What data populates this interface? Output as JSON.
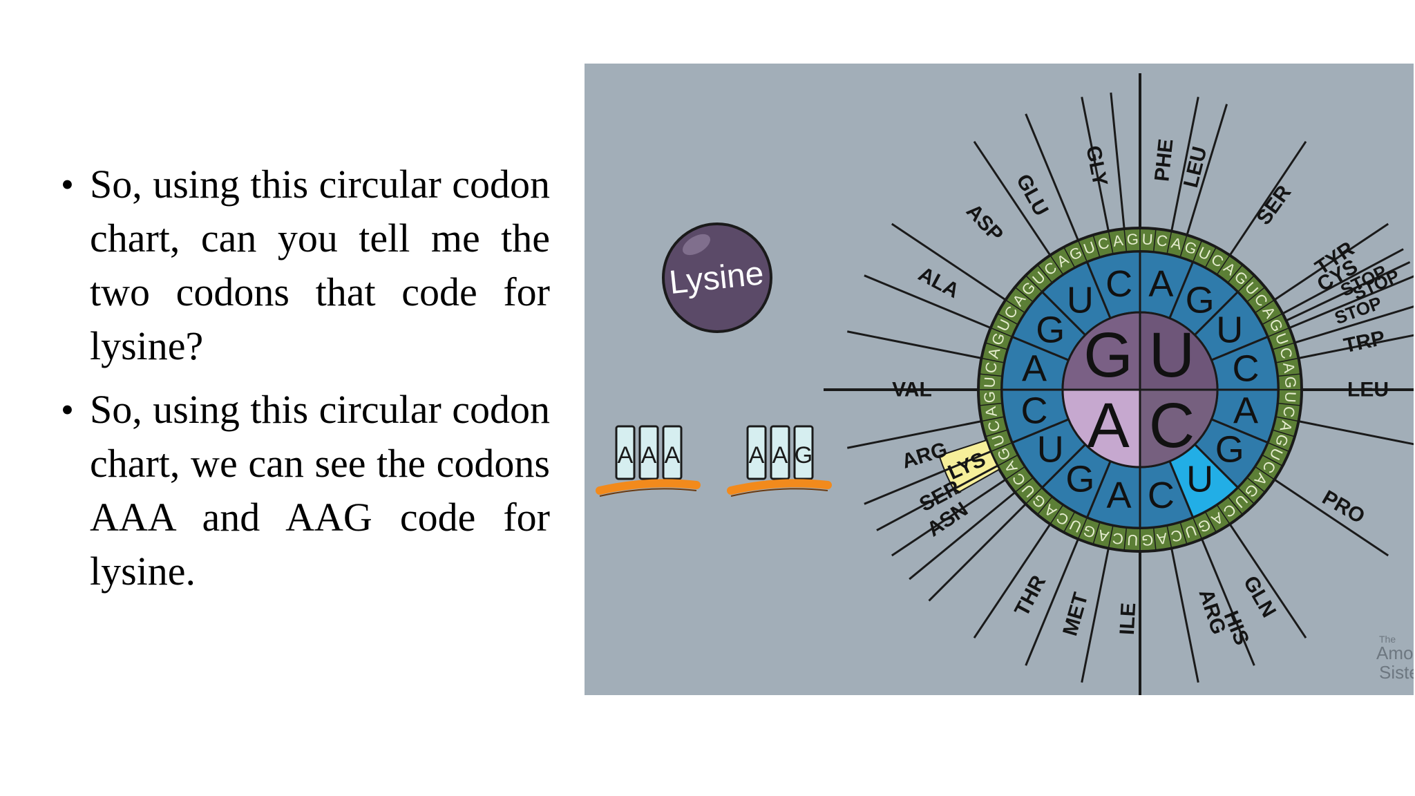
{
  "bullets": [
    "So, using this circular codon chart, can you tell me the two codons that code for lysine?",
    "So, using this circular codon chart, we can see the codons AAA and AAG code for lysine."
  ],
  "figure": {
    "molecule_label": "Lysine",
    "codon_strips": [
      [
        "A",
        "A",
        "A"
      ],
      [
        "A",
        "A",
        "G"
      ]
    ],
    "wheel": {
      "inner_bases": [
        "G",
        "U",
        "A",
        "C"
      ],
      "middle_bases": [
        "A",
        "G",
        "U",
        "C",
        "A",
        "G",
        "U",
        "C",
        "A",
        "G",
        "U",
        "C",
        "A",
        "G",
        "U",
        "C"
      ],
      "outer_sequence": "UCAG",
      "amino_acids": [
        "GLU",
        "ASP",
        "ALA",
        "VAL",
        "ARG",
        "SER",
        "LYS",
        "ASN",
        "THR",
        "MET",
        "ILE",
        "ARG",
        "GLN",
        "HIS",
        "PRO",
        "LEU",
        "TRP",
        "STOP",
        "CYS",
        "STOP",
        "STOP",
        "TYR",
        "SER",
        "LEU",
        "PHE",
        "GLY"
      ],
      "highlight_label": "LYS",
      "colors": {
        "background": "#a2aeb8",
        "inner_G": "#7a6085",
        "inner_U": "#6e5679",
        "inner_A": "#c6a8cf",
        "inner_C": "#76607f",
        "middle_ring": "#2f7bab",
        "highlight_cell": "#22aee6",
        "outer_ring": "#5c7f36",
        "highlight_label_bg": "#f6ef9a",
        "molecule": "#5b4a68",
        "strip_base": "#f28a1c"
      }
    },
    "watermark": [
      "The",
      "Amoeba",
      "Sisters"
    ]
  }
}
